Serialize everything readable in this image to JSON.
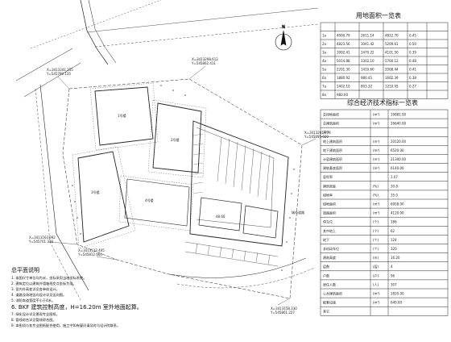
{
  "site_plan": {
    "north_label": "N",
    "bldg_labels": [
      "1号楼",
      "2号楼",
      "3号楼",
      "4号楼"
    ],
    "elev_label": "48.60",
    "road_label": "城市道路",
    "coords": [
      "X=3413341.255",
      "Y=545780.135",
      "X=3413298.612",
      "Y=545862.411",
      "X=3413201.774",
      "Y=545895.020",
      "X=3413158.330",
      "Y=545861.227",
      "X=3413112.405",
      "Y=545812.664",
      "X=3413163.992",
      "Y=545701.338"
    ]
  },
  "table1": {
    "title": "用地面积一览表",
    "rows": [
      [
        "1a",
        "4000.79",
        "2611.14",
        "4812.70",
        "0.45"
      ],
      [
        "2a",
        "4823.56",
        "3041.42",
        "5209.61",
        "0.50"
      ],
      [
        "3a",
        "3992.41",
        "2470.22",
        "4101.50",
        "0.39"
      ],
      [
        "4a",
        "5014.88",
        "3302.10",
        "5700.12",
        "0.48"
      ],
      [
        "5a",
        "2201.30",
        "1410.60",
        "2008.44",
        "0.41"
      ],
      [
        "6a",
        "1880.92",
        "980.45",
        "1602.39",
        "0.38"
      ],
      [
        "7a",
        "1402.10",
        "803.32",
        "1210.05",
        "0.27"
      ],
      [
        "8a",
        "980.00",
        "",
        "",
        ""
      ]
    ]
  },
  "table2": {
    "title": "综合经济技术指标一览表",
    "rows": [
      [
        "总用地面积",
        "(m²)",
        "19881.00"
      ],
      [
        "总建筑面积",
        "(m²)",
        "26640.00"
      ],
      [
        "其中",
        "",
        ""
      ],
      [
        "地上建筑面积",
        "(m²)",
        "20120.00"
      ],
      [
        "地下建筑面积",
        "(m²)",
        "6520.00"
      ],
      [
        "计容建筑面积",
        "(m²)",
        "21300.00"
      ],
      [
        "建筑基底面积",
        "(m²)",
        "6140.00"
      ],
      [
        "容积率",
        "",
        "1.07"
      ],
      [
        "建筑密度",
        "(%)",
        "30.8"
      ],
      [
        "绿地率",
        "(%)",
        "35.0"
      ],
      [
        "绿地面积",
        "(m²)",
        "6958.00"
      ],
      [
        "道路面积",
        "(m²)",
        "4120.00"
      ],
      [
        "停车位",
        "(个)",
        "186"
      ],
      [
        "其中地上",
        "(个)",
        "62"
      ],
      [
        "地下",
        "(个)",
        "124"
      ],
      [
        "非机动车位",
        "(个)",
        "320"
      ],
      [
        "建筑高度",
        "(m)",
        "16.20"
      ],
      [
        "层数",
        "(层)",
        "4"
      ],
      [
        "户数",
        "(户)",
        "96"
      ],
      [
        "居住人数",
        "(人)",
        "307"
      ],
      [
        "公共建筑面积",
        "(m²)",
        "1820.00"
      ],
      [
        "配套设施",
        "(m²)",
        "640.00"
      ],
      [
        "其它",
        "",
        ""
      ]
    ]
  },
  "notes": {
    "heading": "总平面说明",
    "items": [
      "1. 本图尺寸单位均为米，坐标采用当地坐标系统。",
      "2. 建筑定位以建筑外墙轴线交点坐标为准。",
      "3. 室内外高差详见各单体设计。",
      "4. 道路及场地竖向设计详见竖向图。",
      "5. 消防车道宽度不小于4米。",
      "6. BKF  建筑控制高度，H=16.20m  室外地面起算。",
      "7. 绿化设计详见景观专业图纸。",
      "8. 管线综合详见管线综合图。",
      "9. 本图须与各专业图纸配合使用，施工中如有疑问请及时与设计院联系。"
    ]
  }
}
